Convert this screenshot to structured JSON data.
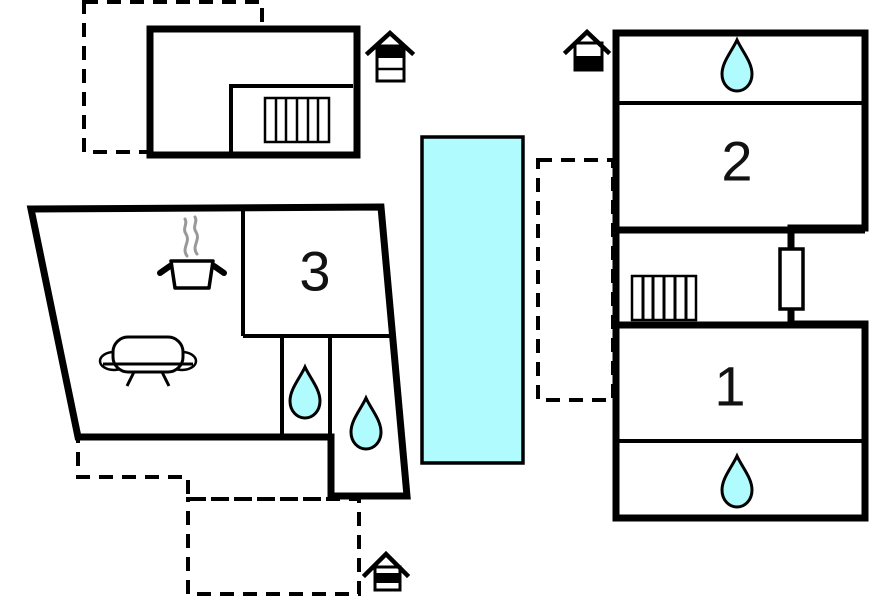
{
  "plan": {
    "type": "floor-plan",
    "room_labels": {
      "room1": "1",
      "room2": "2",
      "room3": "3"
    },
    "colors": {
      "water": "#b0fbfd",
      "terrace_dark": "#bfbfbf",
      "terrace_light": "#e5e5e5",
      "wall": "#000000",
      "steam": "#999999"
    },
    "icons": [
      "water-droplet-icon",
      "stairs-icon",
      "sofa-icon",
      "cooking-pot-icon",
      "steam-icon",
      "house-icon",
      "door"
    ]
  }
}
